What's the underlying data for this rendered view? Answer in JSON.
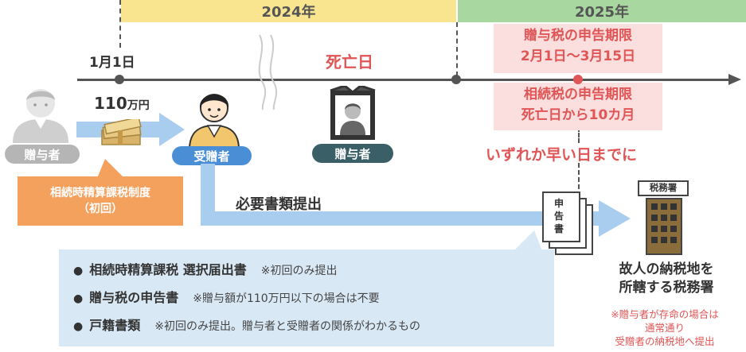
{
  "years": {
    "y1": "2024年",
    "y2": "2025年"
  },
  "timeline": {
    "jan1": "1月1日",
    "death_day": "死亡日",
    "deadline_note": "いずれか早い日までに"
  },
  "gift_tax_deadline": {
    "line1": "贈与税の申告期限",
    "line2": "2月1日～3月15日"
  },
  "inheritance_tax_deadline": {
    "line1": "相続税の申告期限",
    "line2": "死亡日から10カ月"
  },
  "gift": {
    "amount": "110",
    "unit": "万円"
  },
  "people": {
    "giver_left": "贈与者",
    "receiver": "受贈者",
    "giver_deceased": "贈与者"
  },
  "system_box": {
    "line1": "相続時精算課税制度",
    "line2": "（初回）"
  },
  "submission_label": "必要書類提出",
  "tax_form_text": [
    "申",
    "告",
    "書"
  ],
  "tax_office_sign": "税務署",
  "documents": [
    {
      "title": "相続時精算課税 選択届出書",
      "note": "※初回のみ提出"
    },
    {
      "title": "贈与税の申告書",
      "note": "※贈与額が110万円以下の場合は不要"
    },
    {
      "title": "戸籍書類",
      "note": "※初回のみ提出。贈与者と受贈者の関係がわかるもの"
    }
  ],
  "office": {
    "line1": "故人の納税地を",
    "line2": "所轄する税務署",
    "note1": "※贈与者が存命の場合は",
    "note2": "通常通り",
    "note3": "受贈者の納税地へ提出"
  },
  "colors": {
    "accent_red": "#e05555",
    "year_2024": "#f9e48f",
    "year_2025": "#a8d8a0",
    "orange": "#f5a15e",
    "light_blue": "#d8e8f5",
    "arrow_blue": "#a9cdee",
    "tag_blue": "#4a8fd6",
    "tag_gray": "#b5b5b5",
    "tag_dark": "#3a5f66"
  },
  "icons": [
    "person-gray-icon",
    "money-bundle-icon",
    "person-receiver-icon",
    "memorial-portrait-icon",
    "document-stack-icon",
    "tax-office-building-icon"
  ]
}
